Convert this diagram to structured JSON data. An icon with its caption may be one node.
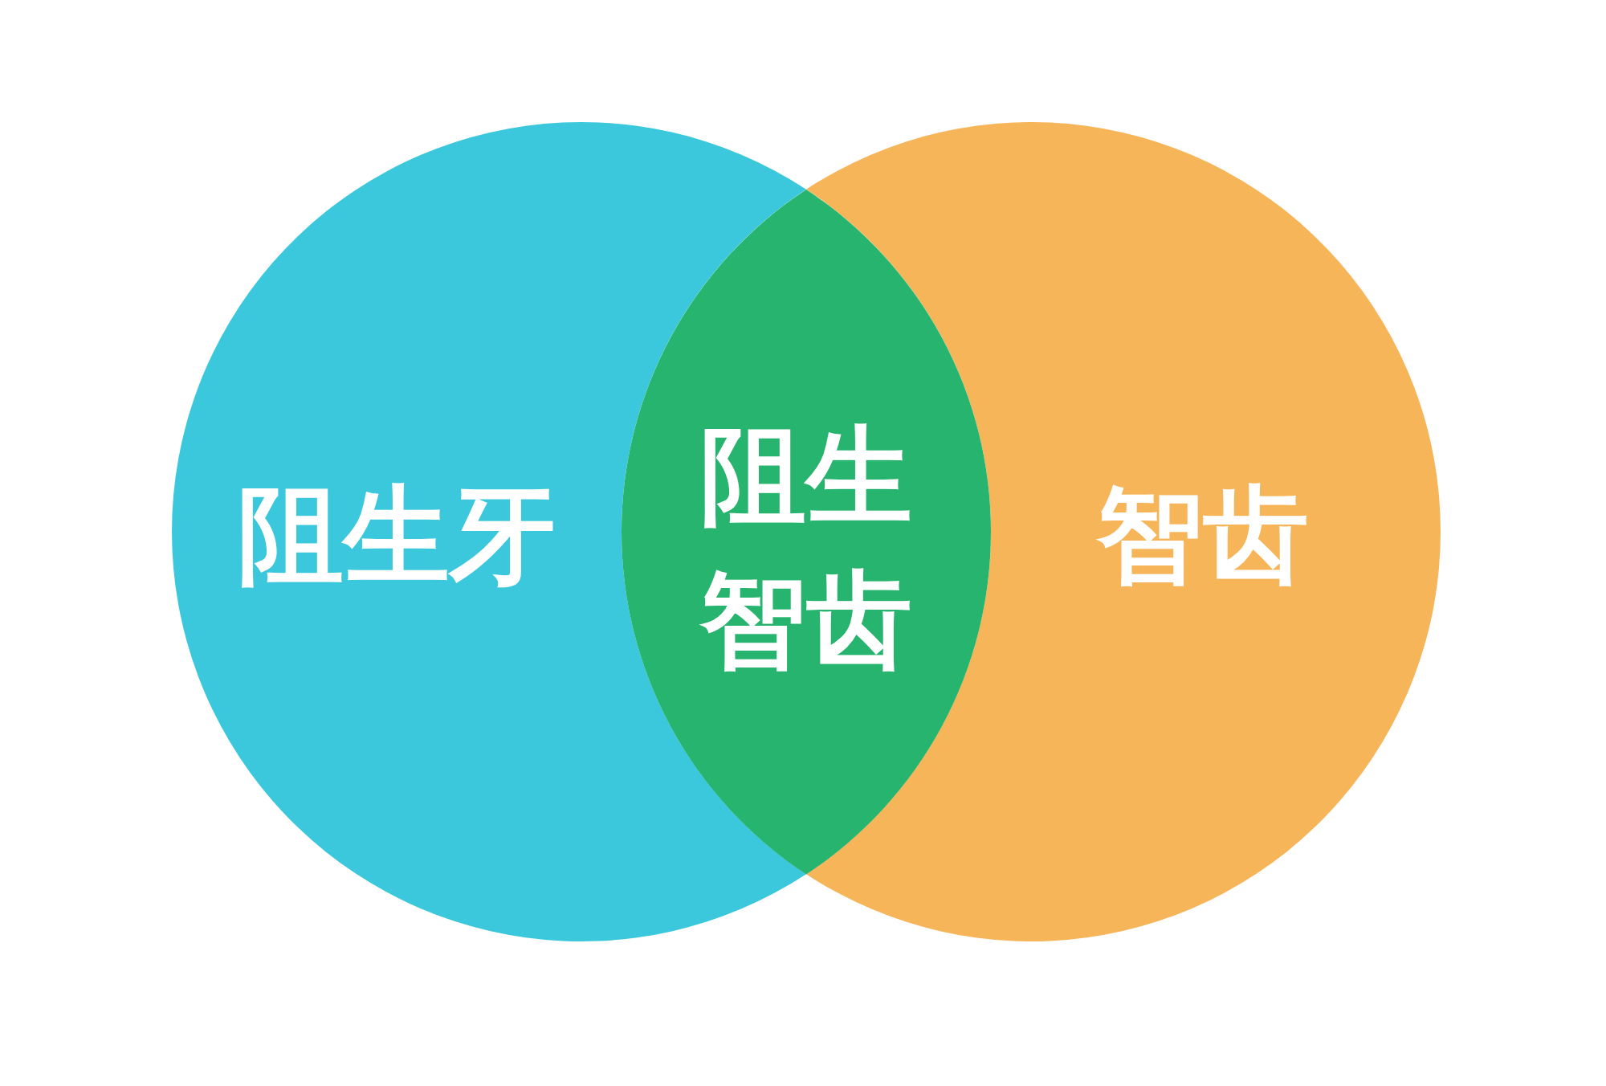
{
  "diagram": {
    "nodes": [
      {
        "text": [
          "阻生牙"
        ]
      },
      {
        "text": [
          "智齿"
        ]
      },
      {
        "text": [
          "阻生智齿"
        ]
      }
    ]
  }
}
